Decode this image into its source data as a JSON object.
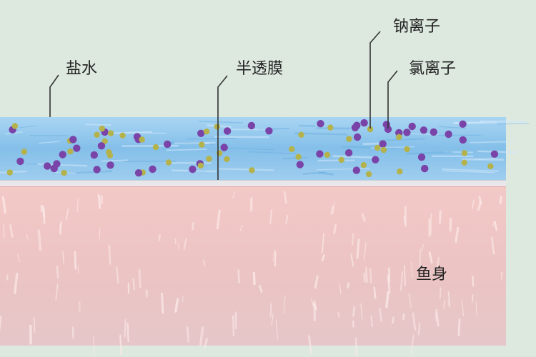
{
  "labels": {
    "saltwater": "盐水",
    "membrane": "半透膜",
    "sodium_ion": "钠离子",
    "chloride_ion": "氯离子",
    "fish_body": "鱼身"
  },
  "colors": {
    "background": "#dde9df",
    "water": "#8ec5ec",
    "sodium_ion": "#b4b24a",
    "chloride_ion": "#7a43a8",
    "fish": "#efc6c6",
    "membrane": "#e8e8ea"
  }
}
